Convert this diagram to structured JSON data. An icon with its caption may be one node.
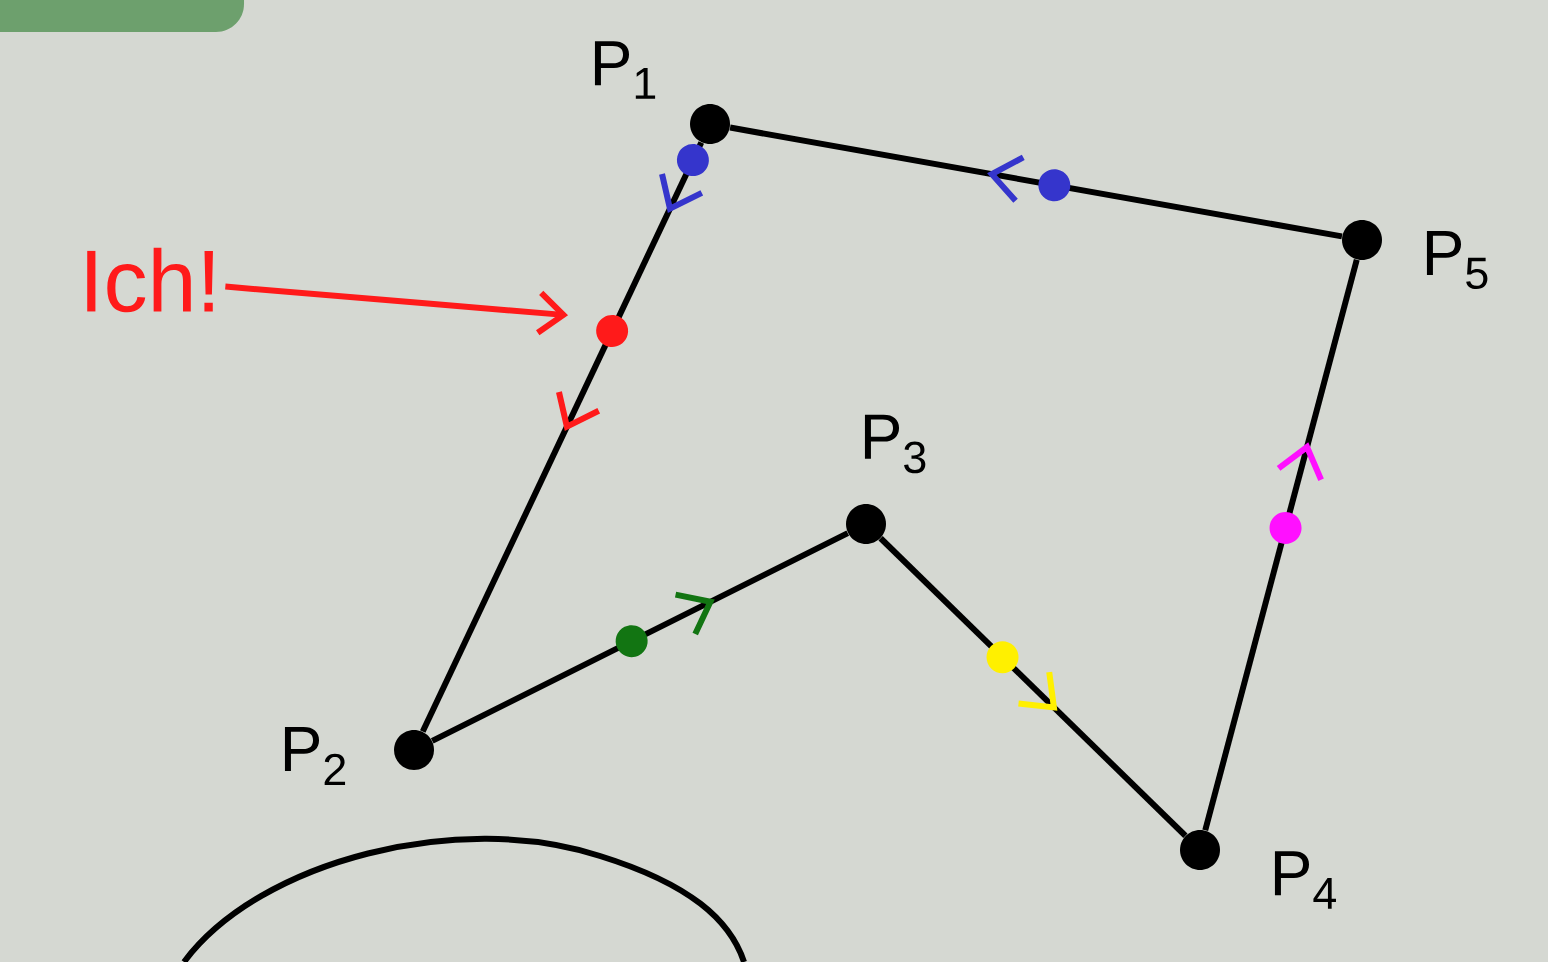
{
  "diagram": {
    "nodes": [
      {
        "text": [],
        "shape": "circle",
        "beside": [
          "P$_{2}$"
        ]
      },
      {
        "text": [],
        "shape": "circle",
        "beside": [
          "P$_{1}$"
        ]
      },
      {
        "text": [],
        "shape": "circle",
        "beside": [
          "P$_{3}$"
        ]
      },
      {
        "text": [],
        "shape": "circle",
        "beside": [
          "P$_{4}$"
        ]
      },
      {
        "text": [],
        "shape": "circle",
        "beside": [
          "P$_{5}$"
        ]
      },
      {
        "text": [
          "Ich!"
        ]
      }
    ],
    "edges": [
      {
        "from": 1,
        "to": 0,
        "arrow": "to"
      },
      {
        "from": 0,
        "to": 2,
        "arrow": "to"
      },
      {
        "from": 2,
        "to": 3,
        "arrow": "to"
      },
      {
        "from": 3,
        "to": 4,
        "arrow": "to"
      },
      {
        "from": 4,
        "to": 1,
        "arrow": "to"
      },
      {
        "from": 5,
        "to": null,
        "arrow": "to",
        "color": "#ff1a1a"
      }
    ]
  }
}
